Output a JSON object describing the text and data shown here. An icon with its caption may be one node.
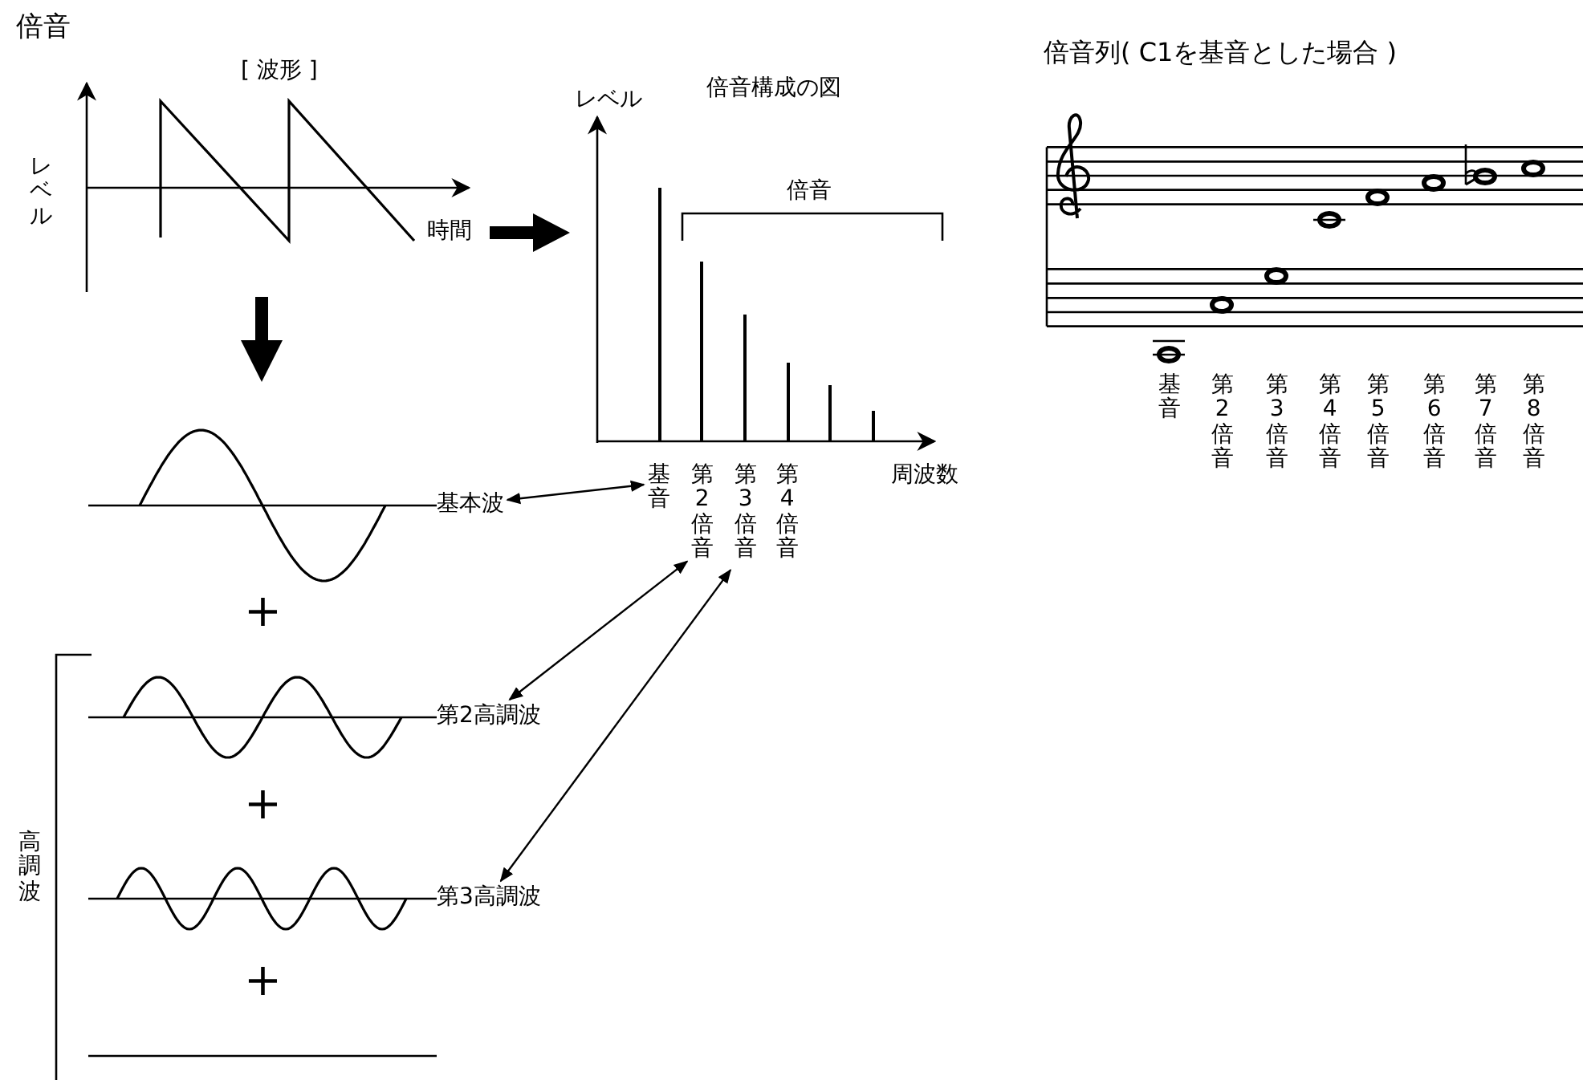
{
  "diagram": {
    "title": "倍音",
    "nodes": [
      {
        "text": [
          "基本波"
        ]
      },
      {
        "text": [
          "基音"
        ]
      },
      {
        "text": [
          "第2高調波"
        ]
      },
      {
        "text": [
          "第2倍音"
        ]
      },
      {
        "text": [
          "第3高調波"
        ]
      },
      {
        "text": [
          "第3倍音"
        ]
      }
    ],
    "edges": [
      {
        "from": 0,
        "to": 1,
        "arrow": "both"
      },
      {
        "from": 2,
        "to": 3,
        "arrow": "both"
      },
      {
        "from": 4,
        "to": 5,
        "arrow": "both"
      }
    ],
    "labels": [
      "[ 波形 ]",
      "レベル",
      "時間",
      "レベル",
      "倍音構成の図",
      "倍音",
      "第4倍音",
      "周波数",
      "+",
      "+",
      "+",
      "高調波",
      "倍音列( C1を基音とした場合 )",
      "基音",
      "第2倍音",
      "第3倍音",
      "第4倍音",
      "第5倍音",
      "第6倍音",
      "第7倍音",
      "第8倍音"
    ]
  }
}
